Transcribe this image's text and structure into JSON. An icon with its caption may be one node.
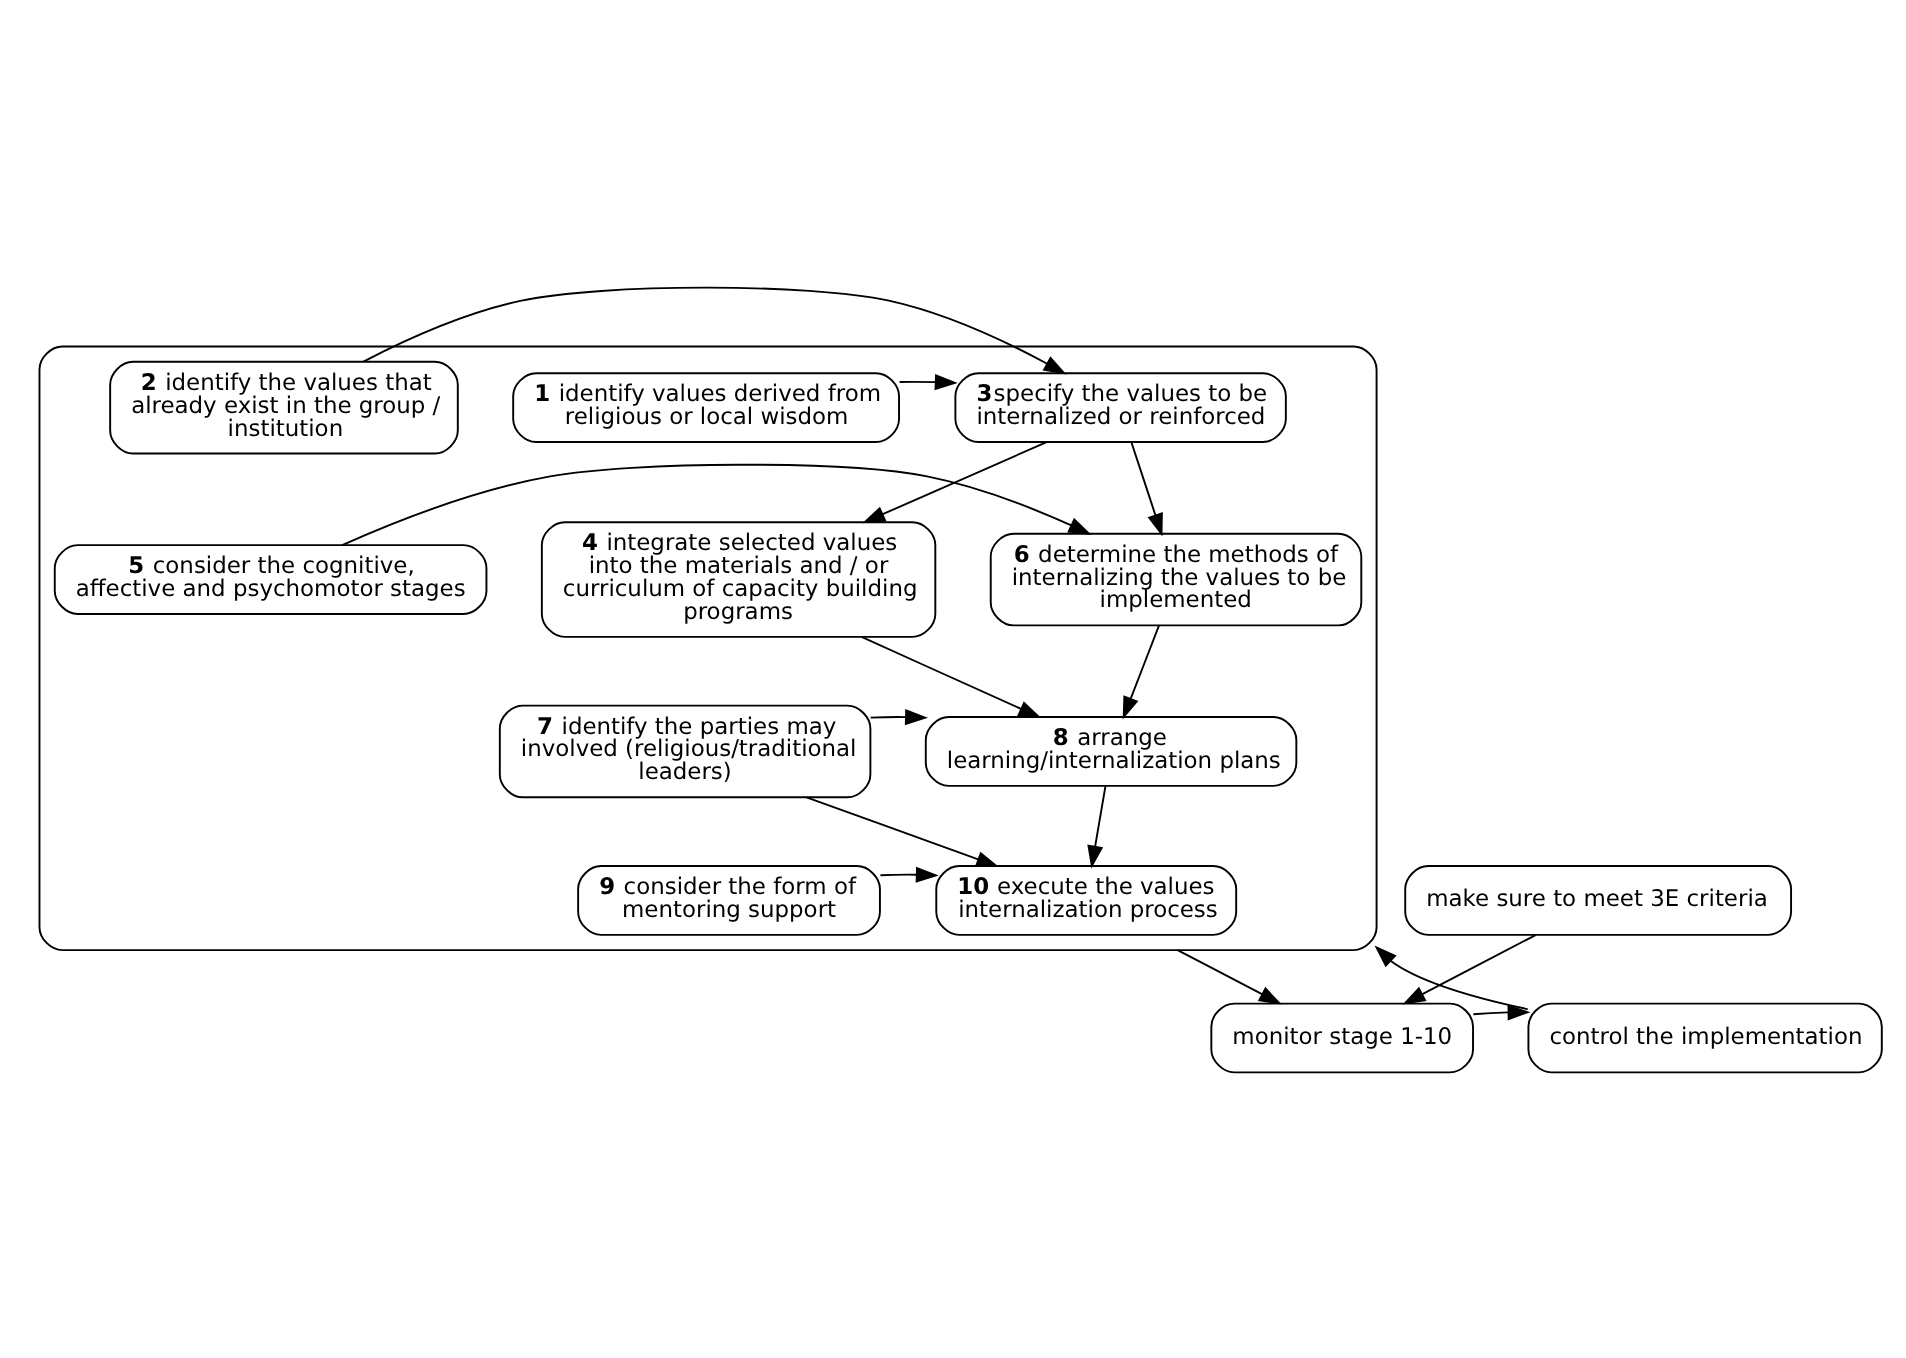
{
  "diagram": {
    "nodes": [
      {
        "text": [],
        "shape": "box"
      },
      {
        "text": [
          "**1** identify values derived from religious or local wisdom"
        ],
        "in": 0
      },
      {
        "text": [
          "**3**specify the values to be internalized or reinforced"
        ],
        "in": 0
      },
      {
        "text": [
          "**2** identify the values that already exist in the group / institution"
        ],
        "in": 0
      },
      {
        "text": [
          "**4** integrate selected values into the materials and / or curriculum of capacity building programs"
        ],
        "in": 0
      },
      {
        "text": [
          "**6** determine the methods of internalizing the values to be implemented"
        ],
        "in": 0
      },
      {
        "text": [
          "**5** consider the cognitive, affective and psychomotor stages"
        ],
        "in": 0
      },
      {
        "text": [
          "**8** arrange learning/internalization plans"
        ],
        "in": 0
      },
      {
        "text": [
          "**7** identify the parties may involved (religious/traditional leaders)"
        ],
        "in": 0
      },
      {
        "text": [
          "**9** consider the form of mentoring support"
        ],
        "in": 0
      },
      {
        "text": [
          "**10** execute the values internalization process"
        ],
        "in": 0
      },
      {
        "text": [
          "monitor stage 1-10"
        ]
      },
      {
        "text": [
          "control the implementation"
        ]
      },
      {
        "text": [
          "make sure to meet 3E criteria"
        ]
      }
    ],
    "edges": [
      {
        "from": 1,
        "to": 2,
        "arrow": "to"
      },
      {
        "from": 3,
        "to": 2,
        "arrow": "to"
      },
      {
        "from": 2,
        "to": 4,
        "arrow": "to"
      },
      {
        "from": 2,
        "to": 5,
        "arrow": "to"
      },
      {
        "from": 6,
        "to": 5,
        "arrow": "to"
      },
      {
        "from": 4,
        "to": 7,
        "arrow": "to"
      },
      {
        "from": 5,
        "to": 7,
        "arrow": "to"
      },
      {
        "from": 8,
        "to": 7,
        "arrow": "to"
      },
      {
        "from": 9,
        "to": 10,
        "arrow": "to"
      },
      {
        "from": 7,
        "to": 10,
        "arrow": "to"
      },
      {
        "from": 8,
        "to": 10,
        "arrow": "to"
      },
      {
        "from": 0,
        "to": 11,
        "arrow": "to"
      },
      {
        "from": 11,
        "to": 12,
        "arrow": "to"
      },
      {
        "from": 12,
        "to": 0,
        "arrow": "to"
      },
      {
        "from": 13,
        "to": 11,
        "arrow": "to"
      }
    ]
  }
}
